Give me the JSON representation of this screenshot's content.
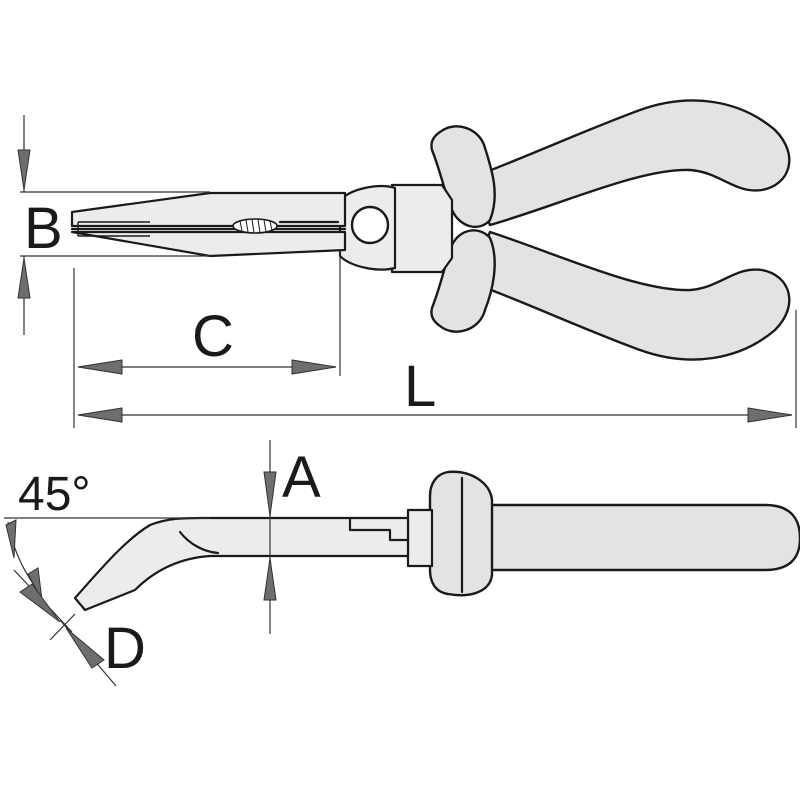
{
  "labels": {
    "B": "B",
    "C": "C",
    "L": "L",
    "A": "A",
    "D": "D",
    "angle": "45°"
  }
}
